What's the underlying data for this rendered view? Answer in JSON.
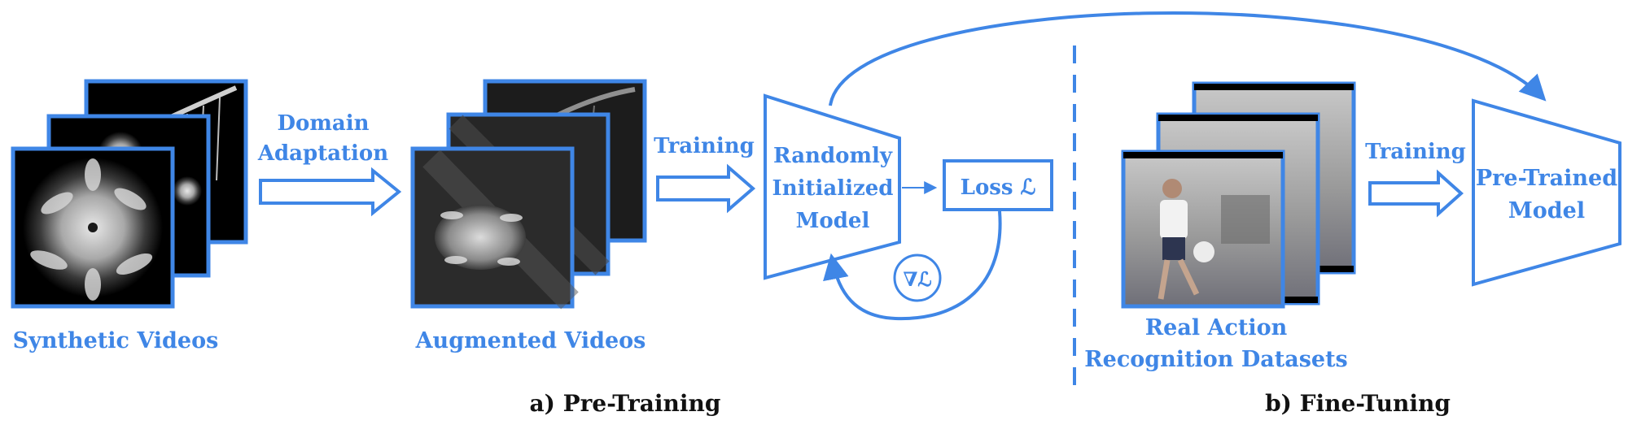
{
  "colors": {
    "accent": "#3f86e6",
    "frame": "#3f86e6",
    "caption": "#111111"
  },
  "pretraining": {
    "synthetic_label": "Synthetic Videos",
    "domain_adaptation_line1": "Domain",
    "domain_adaptation_line2": "Adaptation",
    "augmented_label": "Augmented Videos",
    "training_label": "Training",
    "model_line1": "Randomly",
    "model_line2": "Initialized",
    "model_line3": "Model",
    "loss_label": "Loss ℒ",
    "gradient_label": "∇ℒ",
    "caption": "a)  Pre-Training"
  },
  "finetuning": {
    "real_line1": "Real Action",
    "real_line2": "Recognition Datasets",
    "training_label": "Training",
    "model_line1": "Pre-Trained",
    "model_line2": "Model",
    "caption": "b)  Fine-Tuning"
  }
}
